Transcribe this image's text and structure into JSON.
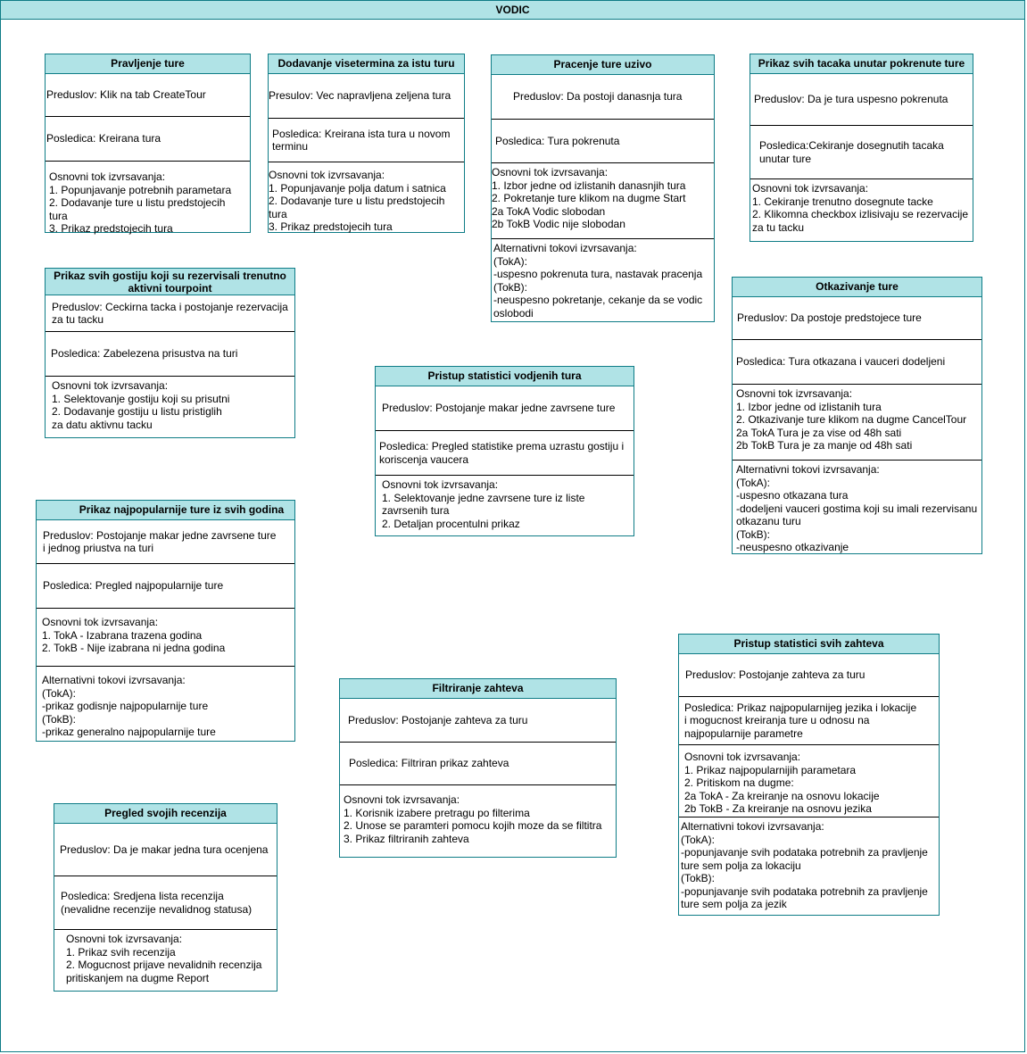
{
  "frame": {
    "title": "VODIC"
  },
  "boxes": {
    "b1": {
      "title": "Pravljenje ture",
      "pre": "Preduslov: Klik na tab CreateTour",
      "post": "Posledica:  Kreirana tura",
      "flow": "Osnovni tok izvrsavanja:\n1. Popunjavanje potrebnih parametara\n2. Dodavanje ture u listu predstojecih tura\n3. Prikaz predstojecih tura"
    },
    "b2": {
      "title": "Dodavanje visetermina za istu turu",
      "pre": "Presulov: Vec napravljena zeljena tura",
      "post": "Posledica:  Kreirana ista tura u novom terminu",
      "flow": "Osnovni tok izvrsavanja:\n1. Popunjavanje polja datum i satnica\n2. Dodavanje ture u listu predstojecih tura\n3. Prikaz predstojecih tura"
    },
    "b3": {
      "title": "Pracenje ture uzivo",
      "pre": "Preduslov: Da postoji danasnja tura",
      "post": "Posledica:  Tura pokrenuta",
      "flow": "Osnovni tok izvrsavanja:\n1. Izbor jedne od izlistanih danasnjih tura\n2. Pokretanje ture klikom na dugme Start\n        2a TokA Vodic slobodan\n        2b TokB Vodic nije slobodan",
      "alt": "Alternativni tokovi izvrsavanja:\n(TokA):\n-uspesno pokrenuta tura, nastavak pracenja\n(TokB):\n-neuspesno pokretanje, cekanje da se vodic\n oslobodi"
    },
    "b4": {
      "title": "Prikaz svih tacaka unutar pokrenute ture",
      "pre": "Preduslov: Da je tura uspesno pokrenuta",
      "post": "Posledica:Cekiranje dosegnutih tacaka\nunutar ture",
      "flow": "Osnovni tok izvrsavanja:\n1. Cekiranje trenutno dosegnute tacke\n2. Klikomna checkbox izlisivaju se rezervacije\n    za tu tacku"
    },
    "b5": {
      "title": "Prikaz svih gostiju koji su rezervisali\ntrenutno aktivni tourpoint",
      "pre": "Preduslov: Ceckirna tacka i postojanje rezervacija\nza tu tacku",
      "post": "Posledica: Zabelezena prisustva na turi",
      "flow": "Osnovni tok izvrsavanja:\n1. Selektovanje gostiju koji su prisutni\n2. Dodavanje gostiju u listu pristiglih\nza datu aktivnu tacku"
    },
    "b6": {
      "title": "Otkazivanje ture",
      "pre": "Preduslov: Da postoje predstojece ture",
      "post": "Posledica: Tura otkazana i vauceri dodeljeni",
      "flow": "Osnovni tok izvrsavanja:\n1. Izbor jedne od izlistanih tura\n2. Otkazivanje ture klikom na dugme CancelTour\n        2a TokA Tura je za vise od 48h sati\n        2b TokB Tura je za manje od 48h sati",
      "alt": "Alternativni tokovi izvrsavanja:\n(TokA):\n-uspesno otkazana tura\n-dodeljeni vauceri gostima koji su imali rezervisanu\notkazanu turu\n(TokB):\n-neuspesno otkazivanje"
    },
    "b7": {
      "title": "Pristup statistici vodjenih tura",
      "pre": "Preduslov: Postojanje makar jedne zavrsene ture",
      "post": "Posledica: Pregled statistike prema uzrastu gostiju i\nkoriscenja vaucera",
      "flow": "Osnovni tok izvrsavanja:\n1. Selektovanje jedne zavrsene ture iz liste\nzavrsenih tura\n2. Detaljan procentulni prikaz"
    },
    "b8": {
      "title": "Prikaz najpopularnije ture iz svih godina",
      "pre": "Preduslov: Postojanje makar jedne zavrsene ture\ni jednog priustva na turi",
      "post": "Posledica: Pregled najpopularnije ture",
      "flow": "Osnovni tok izvrsavanja:\n1. TokA - Izabrana trazena godina\n2. TokB - Nije izabrana ni jedna godina",
      "alt": "Alternativni tokovi izvrsavanja:\n(TokA):\n-prikaz godisnje najpopularnije ture\n(TokB):\n-prikaz generalno najpopularnije ture"
    },
    "b9": {
      "title": "Pristup statistici svih zahteva",
      "pre": "Preduslov: Postojanje zahteva za turu",
      "post": "Posledica: Prikaz  najpopularnijeg jezika i lokacije\ni mogucnost kreiranja ture u odnosu na\nnajpopularnije parametre",
      "flow": "Osnovni tok izvrsavanja:\n1. Prikaz najpopularnijih parametara\n2.  Pritiskom na dugme:\n    2a TokA  - Za kreiranje na osnovu lokacije\n    2b TokB -  Za kreiranje na osnovu jezika",
      "alt": "Alternativni tokovi izvrsavanja:\n(TokA):\n-popunjavanje svih podataka potrebnih za pravljenje\nture sem polja za lokaciju\n(TokB):\n-popunjavanje svih podataka potrebnih za pravljenje\nture sem polja za jezik"
    },
    "b10": {
      "title": "Filtriranje zahteva",
      "pre": "Preduslov: Postojanje zahteva za turu",
      "post": "Posledica: Filtriran prikaz zahteva",
      "flow": "Osnovni tok izvrsavanja:\n1. Korisnik izabere pretragu po filterima\n2. Unose se paramteri pomocu kojih moze da se filtitra\n3. Prikaz filtriranih zahteva"
    },
    "b11": {
      "title": "Pregled svojih recenzija",
      "pre": "Preduslov: Da je makar jedna tura ocenjena",
      "post": "Posledica: Sredjena lista recenzija\n(nevalidne recenzije nevalidnog statusa)",
      "flow": "Osnovni tok izvrsavanja:\n1. Prikaz svih recenzija\n2. Mogucnost prijave nevalidnih recenzija\npritiskanjem na dugme Report"
    }
  }
}
